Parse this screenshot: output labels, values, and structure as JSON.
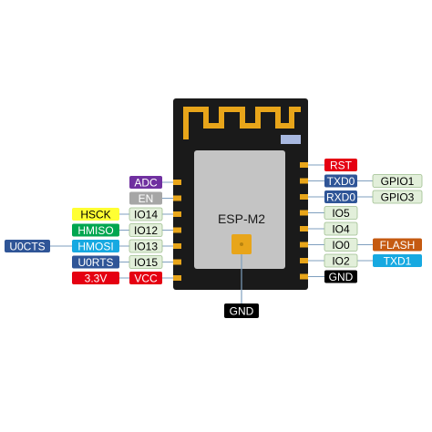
{
  "module": {
    "name": "ESP-M2",
    "antenna_color": "#e8a51a",
    "board_color": "#1a1a1a",
    "shield_color": "#c4c4c4",
    "pad_color": "#e8a51a",
    "led_color": "#a8b8e0"
  },
  "left_pins": [
    {
      "pin": "ADC",
      "functions": [],
      "pin_style": {
        "fill": "#7030a0",
        "text": "#ffffff"
      }
    },
    {
      "pin": "EN",
      "functions": [],
      "pin_style": {
        "fill": "#a6a6a6",
        "text": "#ffffff"
      }
    },
    {
      "pin": "IO14",
      "functions": [
        {
          "text": "HSCK",
          "fill": "#ffff33",
          "color": "#000000"
        }
      ],
      "pin_style": {
        "fill": "#e2efda",
        "text": "#000000"
      }
    },
    {
      "pin": "IO12",
      "functions": [
        {
          "text": "HMISO",
          "fill": "#00a650",
          "color": "#ffffff"
        }
      ],
      "pin_style": {
        "fill": "#e2efda",
        "text": "#000000"
      }
    },
    {
      "pin": "IO13",
      "functions": [
        {
          "text": "HMOSI",
          "fill": "#17a9e1",
          "color": "#ffffff"
        },
        {
          "text": "U0CTS",
          "fill": "#2f5597",
          "color": "#ffffff"
        }
      ],
      "pin_style": {
        "fill": "#e2efda",
        "text": "#000000"
      }
    },
    {
      "pin": "IO15",
      "functions": [
        {
          "text": "U0RTS",
          "fill": "#2f5597",
          "color": "#ffffff"
        }
      ],
      "pin_style": {
        "fill": "#e2efda",
        "text": "#000000"
      }
    },
    {
      "pin": "VCC",
      "functions": [
        {
          "text": "3.3V",
          "fill": "#e50012",
          "color": "#ffffff"
        }
      ],
      "pin_style": {
        "fill": "#e50012",
        "text": "#ffffff"
      }
    }
  ],
  "right_pins": [
    {
      "pin": "RST",
      "functions": [],
      "pin_style": {
        "fill": "#e50012",
        "text": "#ffffff"
      }
    },
    {
      "pin": "TXD0",
      "functions": [
        {
          "text": "GPIO1",
          "fill": "#e2efda",
          "color": "#000000"
        }
      ],
      "pin_style": {
        "fill": "#2f5597",
        "text": "#ffffff"
      }
    },
    {
      "pin": "RXD0",
      "functions": [
        {
          "text": "GPIO3",
          "fill": "#e2efda",
          "color": "#000000"
        }
      ],
      "pin_style": {
        "fill": "#2f5597",
        "text": "#ffffff"
      }
    },
    {
      "pin": "IO5",
      "functions": [],
      "pin_style": {
        "fill": "#e2efda",
        "text": "#000000"
      }
    },
    {
      "pin": "IO4",
      "functions": [],
      "pin_style": {
        "fill": "#e2efda",
        "text": "#000000"
      }
    },
    {
      "pin": "IO0",
      "functions": [
        {
          "text": "FLASH",
          "fill": "#c55a11",
          "color": "#ffffff"
        }
      ],
      "pin_style": {
        "fill": "#e2efda",
        "text": "#000000"
      }
    },
    {
      "pin": "IO2",
      "functions": [
        {
          "text": "TXD1",
          "fill": "#17a9e1",
          "color": "#ffffff"
        }
      ],
      "pin_style": {
        "fill": "#e2efda",
        "text": "#000000"
      }
    },
    {
      "pin": "GND",
      "functions": [],
      "pin_style": {
        "fill": "#000000",
        "text": "#ffffff"
      }
    }
  ],
  "bottom_pin": {
    "pin": "GND",
    "pin_style": {
      "fill": "#000000",
      "text": "#ffffff"
    }
  }
}
